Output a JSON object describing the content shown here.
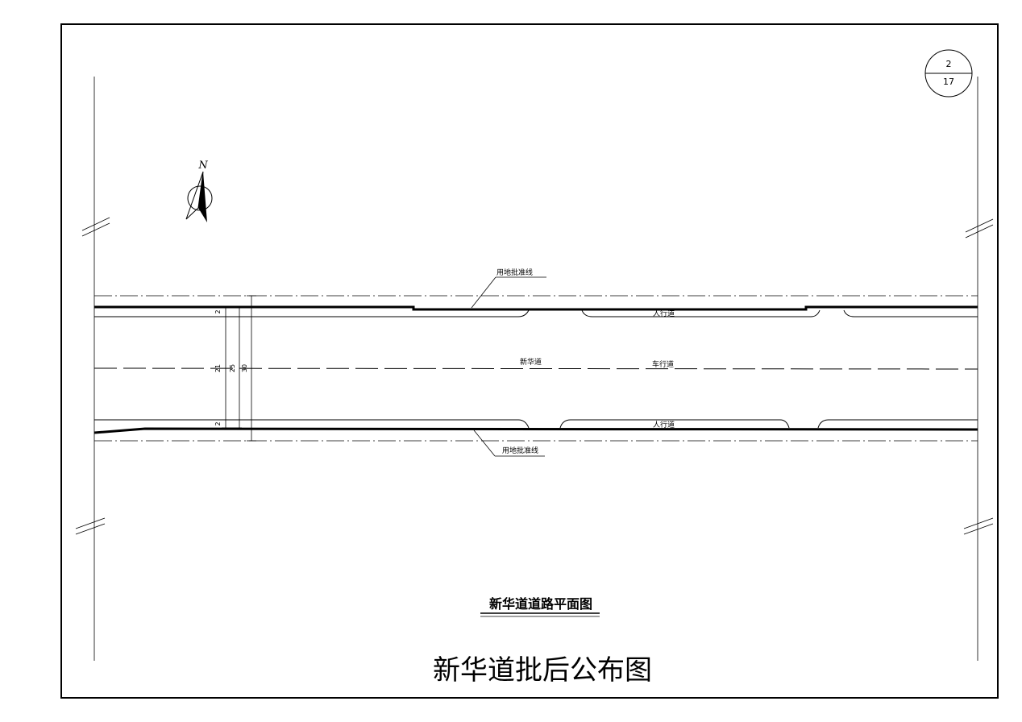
{
  "sheet": {
    "number": "2",
    "total": "17"
  },
  "north_arrow": {
    "label": "N"
  },
  "road": {
    "boundary_label_top": "用地批准线",
    "boundary_label_bottom": "用地批准线",
    "road_name": "新华道",
    "carriageway_label": "车行道",
    "sidewalk_label_top": "人行道",
    "sidewalk_label_bottom": "人行道"
  },
  "dimensions": {
    "sidewalk_top": "2",
    "carriageway": "21",
    "curb_to_curb": "25",
    "total": "30",
    "sidewalk_bottom": "2"
  },
  "titles": {
    "drawing_title": "新华道道路平面图",
    "stamp_title": "新华道批后公布图"
  }
}
